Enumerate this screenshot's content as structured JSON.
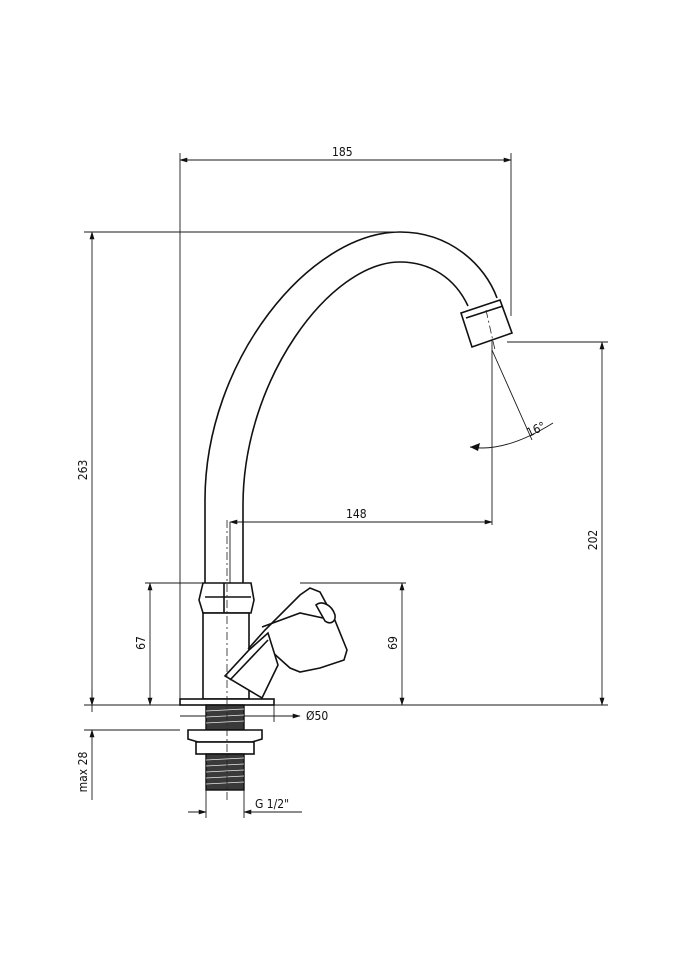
{
  "dimensions": {
    "width_total": "185",
    "height_total": "263",
    "spout_reach": "148",
    "spout_height": "202",
    "handle_height_left": "67",
    "handle_height_right": "69",
    "flange_diameter": "Ø50",
    "max_counter_thickness": "max 28",
    "thread": "G 1/2\"",
    "spout_angle": "16°"
  }
}
